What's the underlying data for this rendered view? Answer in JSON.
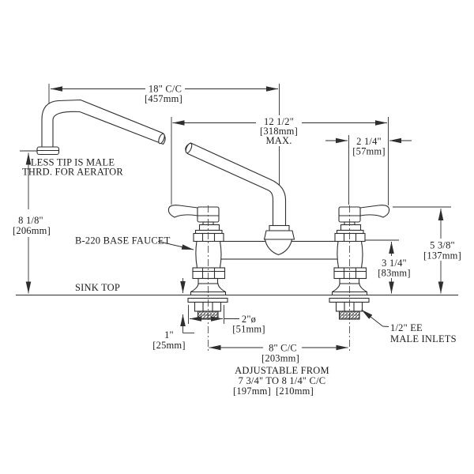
{
  "title": "B-220 base faucet dimensional drawing",
  "colors": {
    "line": "#2e2e2e",
    "background": "#ffffff"
  },
  "labels": {
    "less_tip_1": "LESS TIP IS MALE",
    "less_tip_2": "THRD. FOR AERATOR",
    "base_faucet": "B-220 BASE FAUCET",
    "sink_top": "SINK TOP",
    "inlets_1": "1/2\" EE",
    "inlets_2": "MALE INLETS",
    "adjustable_1": "ADJUSTABLE FROM",
    "adjustable_2": "7 3/4\" TO 8 1/4\" C/C",
    "adjustable_mm_low": "[197mm]",
    "adjustable_mm_high": "[210mm]"
  },
  "dimensions": {
    "spout_cc_in": "18\" C/C",
    "spout_cc_mm": "[457mm]",
    "max_span_in": "12 1/2\"",
    "max_span_mm": "[318mm]",
    "max_span_note": "MAX.",
    "handle_proj_in": "2 1/4\"",
    "handle_proj_mm": "[57mm]",
    "spout_height_in": "8 1/8\"",
    "spout_height_mm": "[206mm]",
    "handle_height_in": "5 3/8\"",
    "handle_height_mm": "[137mm]",
    "body_height_in": "3 1/4\"",
    "body_height_mm": "[83mm]",
    "deck_thickness_in": "1\"",
    "deck_thickness_mm": "[25mm]",
    "flange_dia_in": "2\"ø",
    "flange_dia_mm": "[51mm]",
    "inlet_cc_in": "8\" C/C",
    "inlet_cc_mm": "[203mm]"
  }
}
